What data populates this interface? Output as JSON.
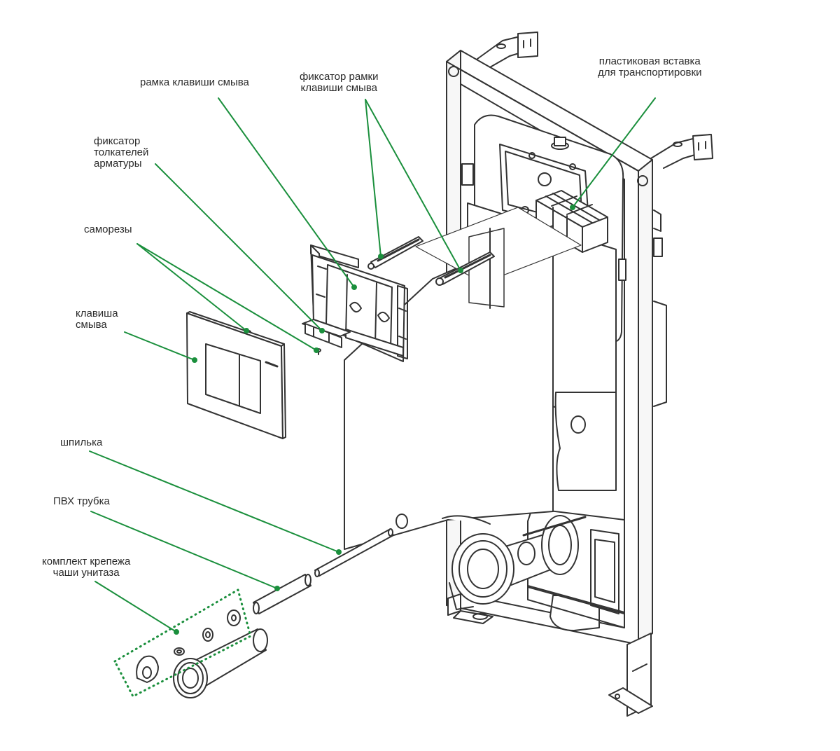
{
  "callouts": {
    "flush_plate_frame": {
      "lines": [
        "рамка клавиши смыва"
      ]
    },
    "frame_lock": {
      "lines": [
        "фиксатор рамки",
        "клавиши смыва"
      ]
    },
    "transport_insert": {
      "lines": [
        "пластиковая вставка",
        "для транспортировки"
      ]
    },
    "pusher_lock": {
      "lines": [
        "фиксатор",
        "толкателей",
        "арматуры"
      ]
    },
    "screws": {
      "lines": [
        "саморезы"
      ]
    },
    "flush_button": {
      "lines": [
        "клавиша",
        "смыва"
      ]
    },
    "stud": {
      "lines": [
        "шпилька"
      ]
    },
    "pvc_tube": {
      "lines": [
        "ПВХ трубка"
      ]
    },
    "bowl_fixing_kit": {
      "lines": [
        "комплект крепежа",
        "чаши унитаза"
      ]
    }
  },
  "colors": {
    "leader": "#1a8f3c",
    "outline": "#333333",
    "label_text": "#2a2a2a"
  }
}
